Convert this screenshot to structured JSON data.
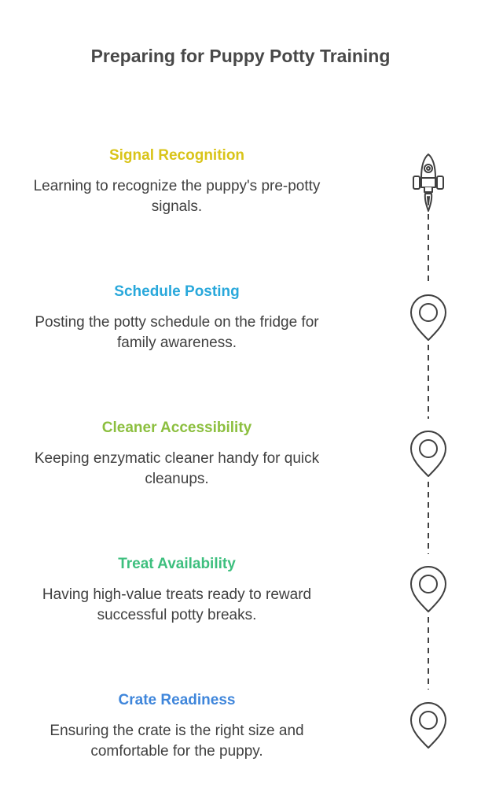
{
  "title": "Preparing for Puppy Potty Training",
  "steps": [
    {
      "heading": "Signal Recognition",
      "description": "Learning to recognize the puppy's pre-potty signals.",
      "color": "#D9C419",
      "icon": "rocket-icon"
    },
    {
      "heading": "Schedule Posting",
      "description": "Posting the potty schedule on the fridge for family awareness.",
      "color": "#29A8DB",
      "icon": "map-pin-icon"
    },
    {
      "heading": "Cleaner Accessibility",
      "description": "Keeping enzymatic cleaner handy for quick cleanups.",
      "color": "#8CBF3F",
      "icon": "map-pin-icon"
    },
    {
      "heading": "Treat Availability",
      "description": "Having high-value treats ready to reward successful potty breaks.",
      "color": "#3DBF7E",
      "icon": "map-pin-icon"
    },
    {
      "heading": "Crate Readiness",
      "description": "Ensuring the crate is the right size and comfortable for the puppy.",
      "color": "#3F86DB",
      "icon": "map-pin-icon"
    }
  ],
  "line_color": "#404040"
}
